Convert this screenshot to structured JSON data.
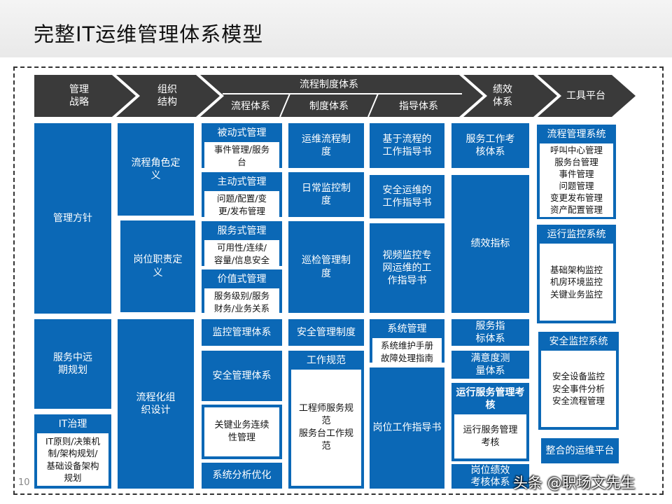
{
  "title": "完整IT运维管理体系模型",
  "page_number": "10",
  "watermark": "头条 @职场文先生",
  "colors": {
    "primary": "#0b68b6",
    "chevron": "#3a3a3a"
  },
  "header": {
    "strategy": "管理\n战略",
    "organization": "组织\n结构",
    "process_system": "流程制度体系",
    "process": "流程体系",
    "rules": "制度体系",
    "guidance": "指导体系",
    "performance": "绩效\n体系",
    "tools": "工具平台"
  },
  "col1": {
    "policy": "管理方针",
    "planning": "服务中远\n期规划",
    "it_gov": {
      "title": "IT治理",
      "body": "IT原则/决策机\n制/架构规划/\n基础设备架构\n规划"
    }
  },
  "col2": {
    "role_def": "流程角色定\n义",
    "post_def": "岗位职责定\n义",
    "org_design": "流程化组\n织设计"
  },
  "col3": {
    "passive": {
      "title": "被动式管理",
      "body": "事件管理/服务\n台"
    },
    "active": {
      "title": "主动式管理",
      "body": "问题/配置/变\n更/发布管理"
    },
    "service": {
      "title": "服务式管理",
      "body": "可用性/连续/\n容量/信息安全"
    },
    "value": {
      "title": "价值式管理",
      "body": "服务级别/服务\n财务/业务关系"
    },
    "monitor": "监控管理体系",
    "security": "安全管理体系",
    "continuity": "关键业务连续\n性管理",
    "analysis": "系统分析优化"
  },
  "col4": {
    "ops_process": "运维流程制\n度",
    "daily_monitor": "日常监控制\n度",
    "inspection": "巡检管理制\n度",
    "security_rules": "安全管理制度",
    "work_spec": {
      "title": "工作规范",
      "body": "工程师服务规\n范\n服务台工作规\n范"
    }
  },
  "col5": {
    "process_guide": "基于流程的\n工作指导书",
    "security_guide": "安全运维的\n工作指导书",
    "video_guide": "视频监控专\n网运维的工\n作指导书",
    "sys_mgmt": {
      "title": "系统管理",
      "body": "系统维护手册\n故障处理指南"
    },
    "post_guide": "岗位工作指导书"
  },
  "col6": {
    "service_eval": "服务工作考\n核体系",
    "kpi": "绩效指标",
    "service_index": "服务指\n标体系",
    "satisfaction": "满意度测\n量体系",
    "ops_eval": {
      "title": "运行服务管理考\n核",
      "body": "运行服务管理\n考核"
    },
    "post_perf": "岗位绩效\n考核体系"
  },
  "col7": {
    "process_sys": {
      "title": "流程管理系统",
      "body": "呼叫中心管理\n服务台管理\n事件管理\n问题管理\n变更发布管理\n资产配置管理"
    },
    "monitor_sys": {
      "title": "运行监控系统",
      "body": "基础架构监控\n机房环境监控\n关键业务监控"
    },
    "security_sys": {
      "title": "安全监控系统",
      "body": "安全设备监控\n安全事件分析\n安全流程管理"
    },
    "platform": "整合的运维平台"
  }
}
